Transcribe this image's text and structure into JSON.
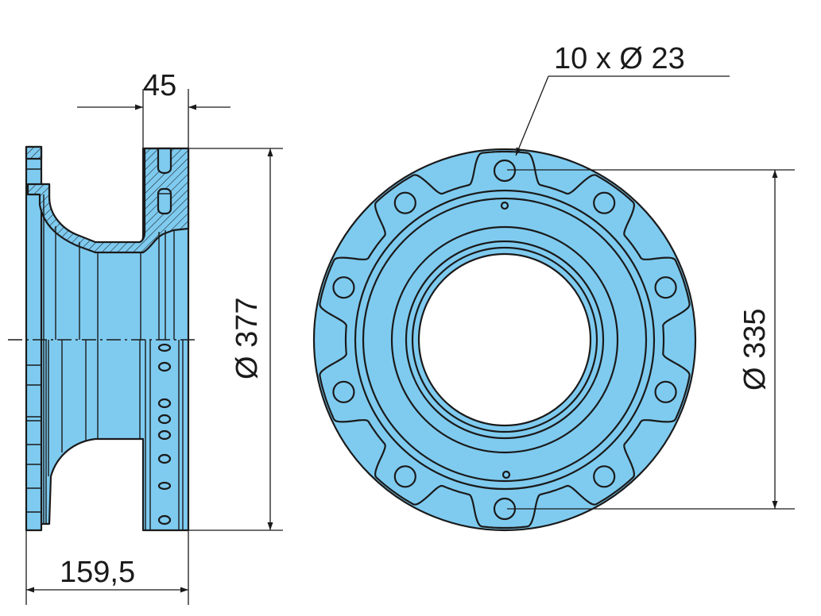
{
  "drawing": {
    "bolt_hole_label": "10 x Ø 23",
    "hub_width_label": "45",
    "disc_diameter_label": "Ø 377",
    "overall_width_label": "159,5",
    "bolt_circle_label": "Ø 335",
    "bolt_hole_count": 10
  },
  "colors": {
    "part_fill": "#7fcbf0",
    "outline": "#1a1a1a",
    "background": "#ffffff"
  }
}
